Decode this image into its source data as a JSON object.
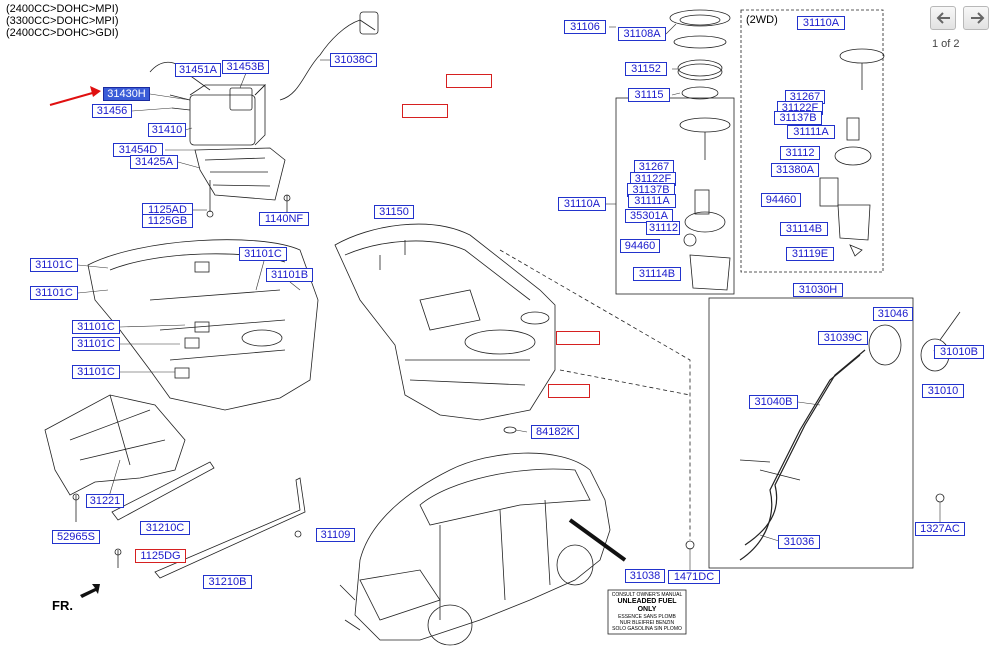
{
  "header": {
    "lines": [
      "(2400CC>DOHC>MPI)",
      "(3300CC>DOHC>MPI)",
      "(2400CC>DOHC>GDI)"
    ]
  },
  "nav": {
    "prev_icon": "arrow-left-icon",
    "next_icon": "arrow-right-icon",
    "page_indicator": "1 of 2"
  },
  "group_2wd": "(2WD)",
  "fr_label": "FR.",
  "labels": {
    "p31451A": "31451A",
    "p31453B": "31453B",
    "p31038C": "31038C",
    "p31430H": "31430H",
    "p31456": "31456",
    "p31410": "31410",
    "p31454D": "31454D",
    "p31425A": "31425A",
    "p1125AD": "1125AD",
    "p1125GB": "1125GB",
    "p1140NF": "1140NF",
    "p31101C_a": "31101C",
    "p31101C_b": "31101C",
    "p31101C_c": "31101C",
    "p31101C_d": "31101C",
    "p31101C_e": "31101C",
    "p31101C_f": "31101C",
    "p31101B": "31101B",
    "p31221": "31221",
    "p52965S": "52965S",
    "p31210C": "31210C",
    "p1125DG": "1125DG",
    "p31210B": "31210B",
    "p31109": "31109",
    "p31150": "31150",
    "p84182K": "84182K",
    "p31106": "31106",
    "p31108A": "31108A",
    "p31152": "31152",
    "p31115": "31115",
    "p31110A_main": "31110A",
    "p31267_a": "31267",
    "p31122F_a": "31122F",
    "p31137B_a": "31137B",
    "p31111A_a": "31111A",
    "p35301A": "35301A",
    "p31112_a": "31112",
    "p94460_a": "94460",
    "p31114B_a": "31114B",
    "p31110A_2wd": "31110A",
    "p31267_b": "31267",
    "p31122F_b": "31122F",
    "p31137B_b": "31137B",
    "p31111A_b": "31111A",
    "p31112_b": "31112",
    "p31380A": "31380A",
    "p94460_b": "94460",
    "p31114B_b": "31114B",
    "p31119E": "31119E",
    "p31030H": "31030H",
    "p31046": "31046",
    "p31039C": "31039C",
    "p31010B": "31010B",
    "p31010": "31010",
    "p31040B": "31040B",
    "p1327AC": "1327AC",
    "p31036": "31036",
    "p31038": "31038",
    "p1471DC": "1471DC"
  },
  "fuel_label": {
    "line1": "CONSULT OWNER'S MANUAL",
    "line2": "UNLEADED FUEL ONLY",
    "line3": "ESSENCE SANS PLOMB",
    "line4": "NUR BLEIFREI BENZIN",
    "line5": "SOLO GASOLINA SIN PLOMO"
  },
  "colors": {
    "label_text": "#1a1acc",
    "label_border": "#2233cc",
    "highlight_fill": "#3a5cd8",
    "red_box": "#d62020",
    "arrow": "#e01010"
  }
}
